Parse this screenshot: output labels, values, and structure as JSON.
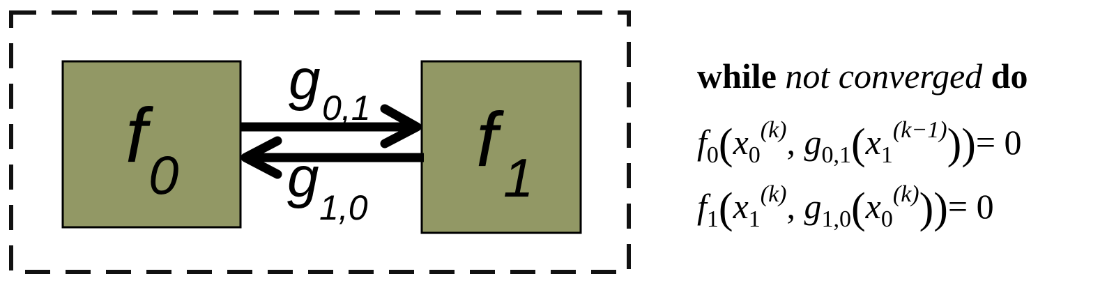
{
  "diagram": {
    "node0": {
      "label": "f",
      "index": "0"
    },
    "node1": {
      "label": "f",
      "index": "1"
    },
    "edge_forward": {
      "label": "g",
      "index": "0,1"
    },
    "edge_backward": {
      "label": "g",
      "index": "1,0"
    }
  },
  "algorithm": {
    "kw_while": "while",
    "condition": "not converged",
    "kw_do": "do",
    "eq1": {
      "f": "f",
      "f_sub": "0",
      "x1": "x",
      "x1_sub": "0",
      "x1_sup": "(k)",
      "comma": ", ",
      "g": "g",
      "g_sub": "0,1",
      "x2": "x",
      "x2_sub": "1",
      "x2_sup": "(k−1)",
      "rhs": "= 0"
    },
    "eq2": {
      "f": "f",
      "f_sub": "1",
      "x1": "x",
      "x1_sub": "1",
      "x1_sup": "(k)",
      "comma": ", ",
      "g": "g",
      "g_sub": "1,0",
      "x2": "x",
      "x2_sub": "0",
      "x2_sup": "(k)",
      "rhs": "= 0"
    }
  }
}
